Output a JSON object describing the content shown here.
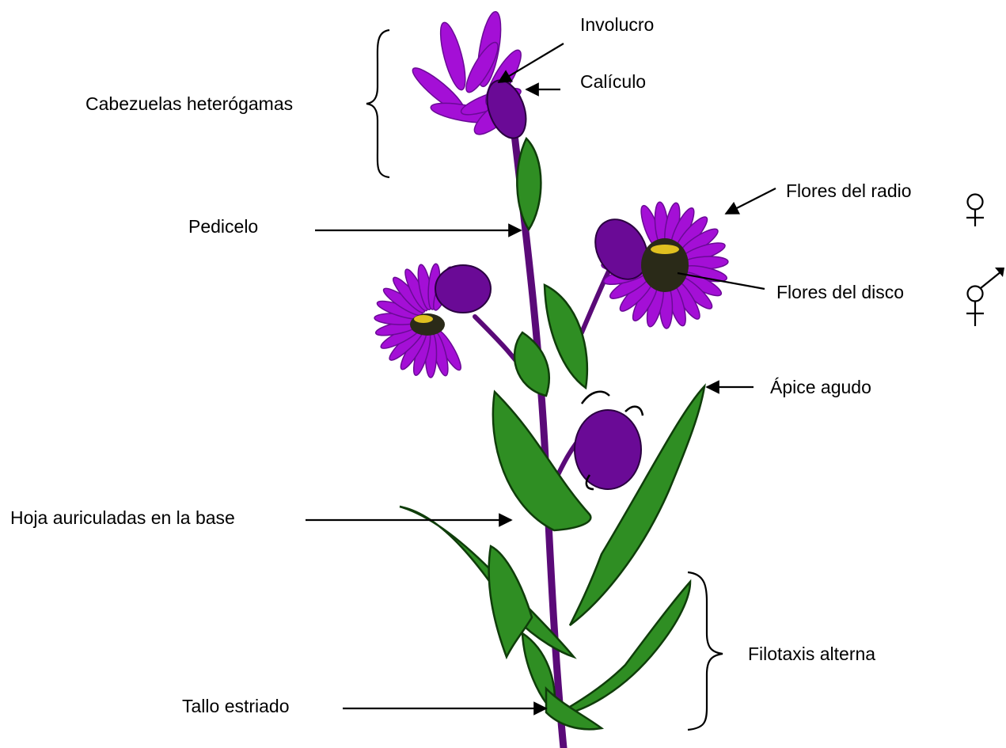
{
  "labels": {
    "involucro": "Involucro",
    "caliculo": "Calículo",
    "cabezuelas": "Cabezuelas heterógamas",
    "flores_radio": "Flores del radio",
    "pedicelo": "Pedicelo",
    "flores_disco": "Flores del disco",
    "apice": "Ápice agudo",
    "hoja": "Hoja auriculadas en la base",
    "filotaxis": "Filotaxis alterna",
    "tallo": "Tallo estriado"
  },
  "colors": {
    "stem": "#5a0a78",
    "petal": "#a40fd6",
    "petal_dark": "#6a0a96",
    "leaf": "#2f8e23",
    "leaf_dark": "#0f3d0a",
    "disc": "#2a2a18",
    "pollen": "#e0c020",
    "ink": "#000000"
  },
  "symbols": {
    "female": "female-sign-icon",
    "hermaphrodite": "hermaphrodite-sign-icon"
  }
}
